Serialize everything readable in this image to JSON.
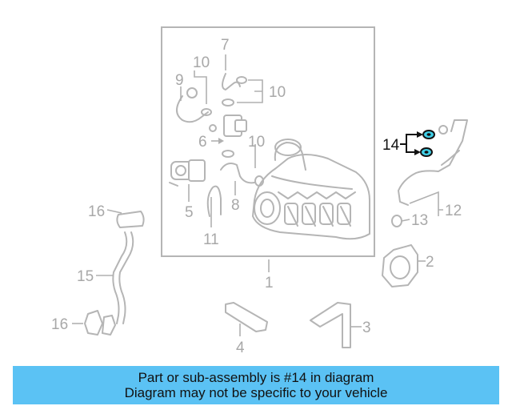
{
  "callouts": {
    "c1": "1",
    "c2": "2",
    "c3": "3",
    "c4": "4",
    "c5": "5",
    "c6": "6",
    "c7": "7",
    "c8": "8",
    "c9": "9",
    "c10a": "10",
    "c10b": "10",
    "c10c": "10",
    "c11": "11",
    "c12": "12",
    "c13": "13",
    "c14": "14",
    "c15": "15",
    "c16a": "16",
    "c16b": "16"
  },
  "highlighted_part": "14",
  "colors": {
    "highlight": "#40d0e8",
    "banner": "#5bc2f4",
    "line": "#b5b5b5"
  },
  "banner": {
    "line1": "Part or sub-assembly is #14 in diagram",
    "line2": "Diagram may not be specific to your vehicle"
  }
}
